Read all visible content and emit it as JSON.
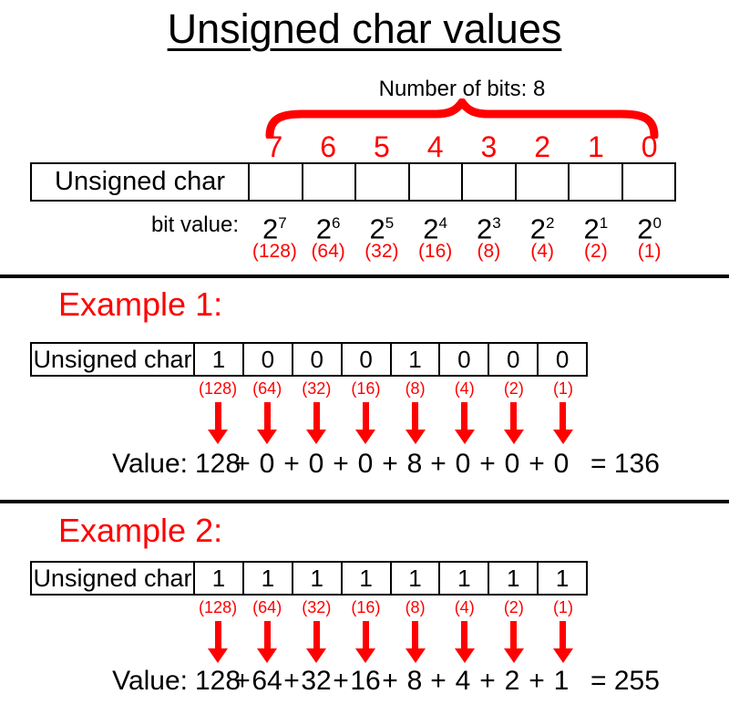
{
  "title": "Unsigned char values",
  "colors": {
    "accent": "#ff0000",
    "ink": "#000000",
    "background": "#ffffff"
  },
  "overview": {
    "bits_count_label": "Number of bits: 8",
    "bit_indices": [
      "7",
      "6",
      "5",
      "4",
      "3",
      "2",
      "1",
      "0"
    ],
    "row_label": "Unsigned char",
    "cells": [
      "",
      "",
      "",
      "",
      "",
      "",
      "",
      ""
    ],
    "bit_value_label": "bit value:",
    "powers": [
      {
        "base": "2",
        "exp": "7"
      },
      {
        "base": "2",
        "exp": "6"
      },
      {
        "base": "2",
        "exp": "5"
      },
      {
        "base": "2",
        "exp": "4"
      },
      {
        "base": "2",
        "exp": "3"
      },
      {
        "base": "2",
        "exp": "2"
      },
      {
        "base": "2",
        "exp": "1"
      },
      {
        "base": "2",
        "exp": "0"
      }
    ],
    "weights": [
      "(128)",
      "(64)",
      "(32)",
      "(16)",
      "(8)",
      "(4)",
      "(2)",
      "(1)"
    ]
  },
  "example1": {
    "heading": "Example 1:",
    "row_label": "Unsigned char",
    "bits": [
      "1",
      "0",
      "0",
      "0",
      "1",
      "0",
      "0",
      "0"
    ],
    "weights": [
      "(128)",
      "(64)",
      "(32)",
      "(16)",
      "(8)",
      "(4)",
      "(2)",
      "(1)"
    ],
    "value_label": "Value:",
    "terms": [
      "128",
      "0",
      "0",
      "0",
      "8",
      "0",
      "0",
      "0"
    ],
    "plus": "+",
    "result": "= 136"
  },
  "example2": {
    "heading": "Example 2:",
    "row_label": "Unsigned char",
    "bits": [
      "1",
      "1",
      "1",
      "1",
      "1",
      "1",
      "1",
      "1"
    ],
    "weights": [
      "(128)",
      "(64)",
      "(32)",
      "(16)",
      "(8)",
      "(4)",
      "(2)",
      "(1)"
    ],
    "value_label": "Value:",
    "terms": [
      "128",
      "64",
      "32",
      "16",
      "8",
      "4",
      "2",
      "1"
    ],
    "plus": "+",
    "result": "= 255"
  }
}
